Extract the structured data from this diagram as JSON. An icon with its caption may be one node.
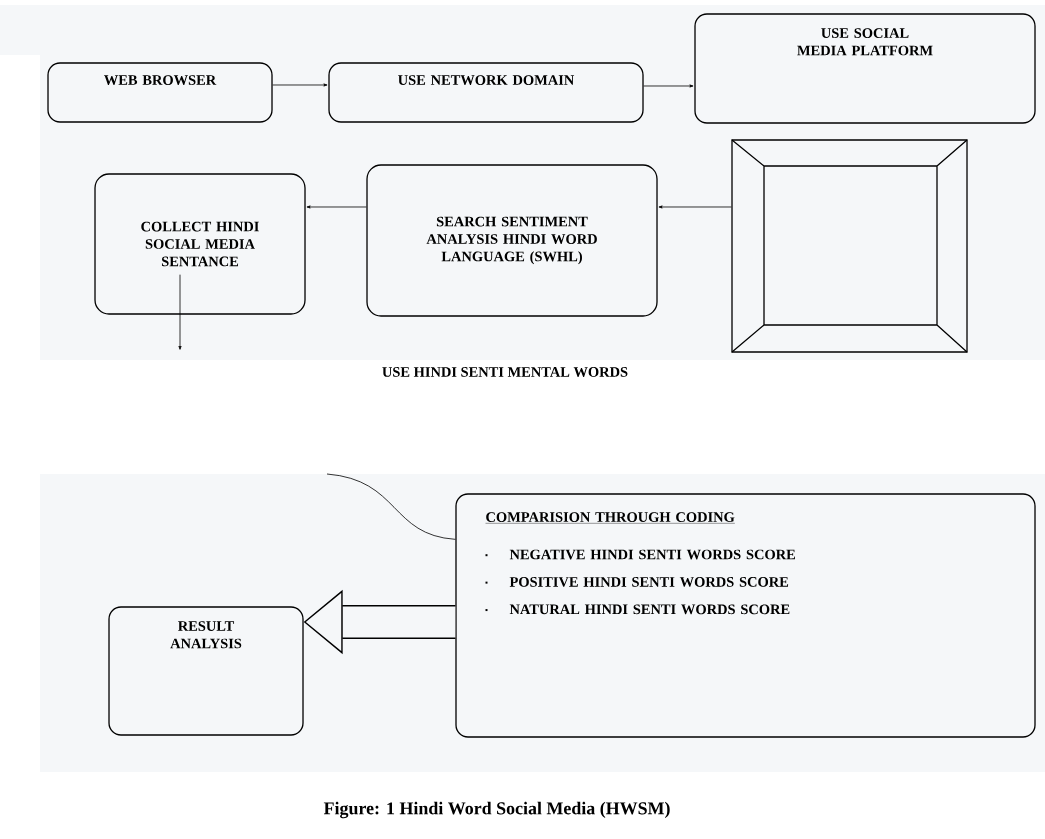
{
  "diagram": {
    "caption": "Figure: 1 Hindi Word Social Media (HWSM)",
    "nodes": [
      {
        "text": [
          "WEB BROWSER"
        ]
      },
      {
        "text": [
          "USE NETWORK DOMAIN"
        ]
      },
      {
        "text": [
          "USE SOCIAL MEDIA PLATFORM"
        ]
      },
      {
        "text": [],
        "shape": "box"
      },
      {
        "text": [
          "SEARCH SENTIMENT ANALYSIS HINDI WORD LANGUAGE (SWHL)"
        ]
      },
      {
        "text": [
          "COLLECT HINDI SOCIAL MEDIA SENTANCE"
        ]
      },
      {
        "text": [
          "COMPARISION THROUGH CODING",
          "NEGATIVE HINDI SENTI WORDS SCORE",
          "POSITIVE HINDI SENTI WORDS SCORE",
          "NATURAL HINDI SENTI WORDS SCORE"
        ]
      },
      {
        "text": [
          "RESULT ANALYSIS"
        ]
      }
    ],
    "edges": [
      {
        "from": 0,
        "to": 1,
        "arrow": "to"
      },
      {
        "from": 1,
        "to": 2,
        "arrow": "to"
      },
      {
        "from": 3,
        "to": 4,
        "arrow": "to"
      },
      {
        "from": 4,
        "to": 5,
        "arrow": "to"
      },
      {
        "from": 5,
        "to": null,
        "arrow": "to"
      },
      {
        "from": 6,
        "to": null,
        "arrow": "none"
      },
      {
        "from": 6,
        "to": 7,
        "arrow": "to",
        "style": "thick"
      }
    ],
    "labels": [
      "USE HINDI SENTI MENTAL WORDS"
    ]
  }
}
